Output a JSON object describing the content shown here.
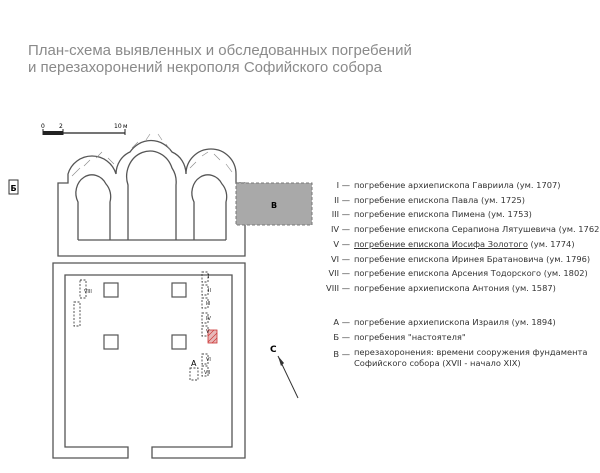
{
  "title": {
    "line1": "План-схема выявленных и обследованных погребений",
    "line2": "и перезахоронений некрополя Софийского собора"
  },
  "scale_bar": {
    "labels": [
      "0",
      "2",
      "10",
      "м"
    ]
  },
  "plan_labels": {
    "b_annex": "В",
    "a_small": "А",
    "compass": "С",
    "side_mark": "Б",
    "roman": [
      "I",
      "II",
      "III",
      "IV",
      "V",
      "VI",
      "VII",
      "VIII"
    ]
  },
  "legend_numbered": [
    {
      "key": "I —",
      "text": "погребение архиепископа Гавриила (ум. 1707)"
    },
    {
      "key": "II —",
      "text": "погребение епископа Павла (ум. 1725)"
    },
    {
      "key": "III —",
      "text": "погребение епископа Пимена (ум. 1753)"
    },
    {
      "key": "IV —",
      "text": "погребение епископа Серапиона Лятушевича (ум. 1762)"
    },
    {
      "key": "V —",
      "text": "погребение епископа Иосифа Золотого",
      "suffix": " (ум. 1774)"
    },
    {
      "key": "VI —",
      "text": "погребение епископа Иринея Братановича (ум. 1796)"
    },
    {
      "key": "VII —",
      "text": "погребение епископа Арсения Тодорского (ум. 1802)"
    },
    {
      "key": "VIII —",
      "text": "погребение архиепископа Антония (ум. 1587)"
    }
  ],
  "legend_letters": [
    {
      "key": "А —",
      "text": "погребение архиепископа Израиля (ум. 1894)"
    },
    {
      "key": "Б —",
      "text": "погребения \"настоятеля\""
    },
    {
      "key": "В —",
      "text": "перезахоронения: времени сооружения фундамента Софийского собора (XVII - начало XIX)"
    }
  ],
  "colors": {
    "title": "#8a8a8a",
    "wall": "#555555",
    "annex_fill": "#a9a9a9",
    "highlight": "#cc3333"
  }
}
